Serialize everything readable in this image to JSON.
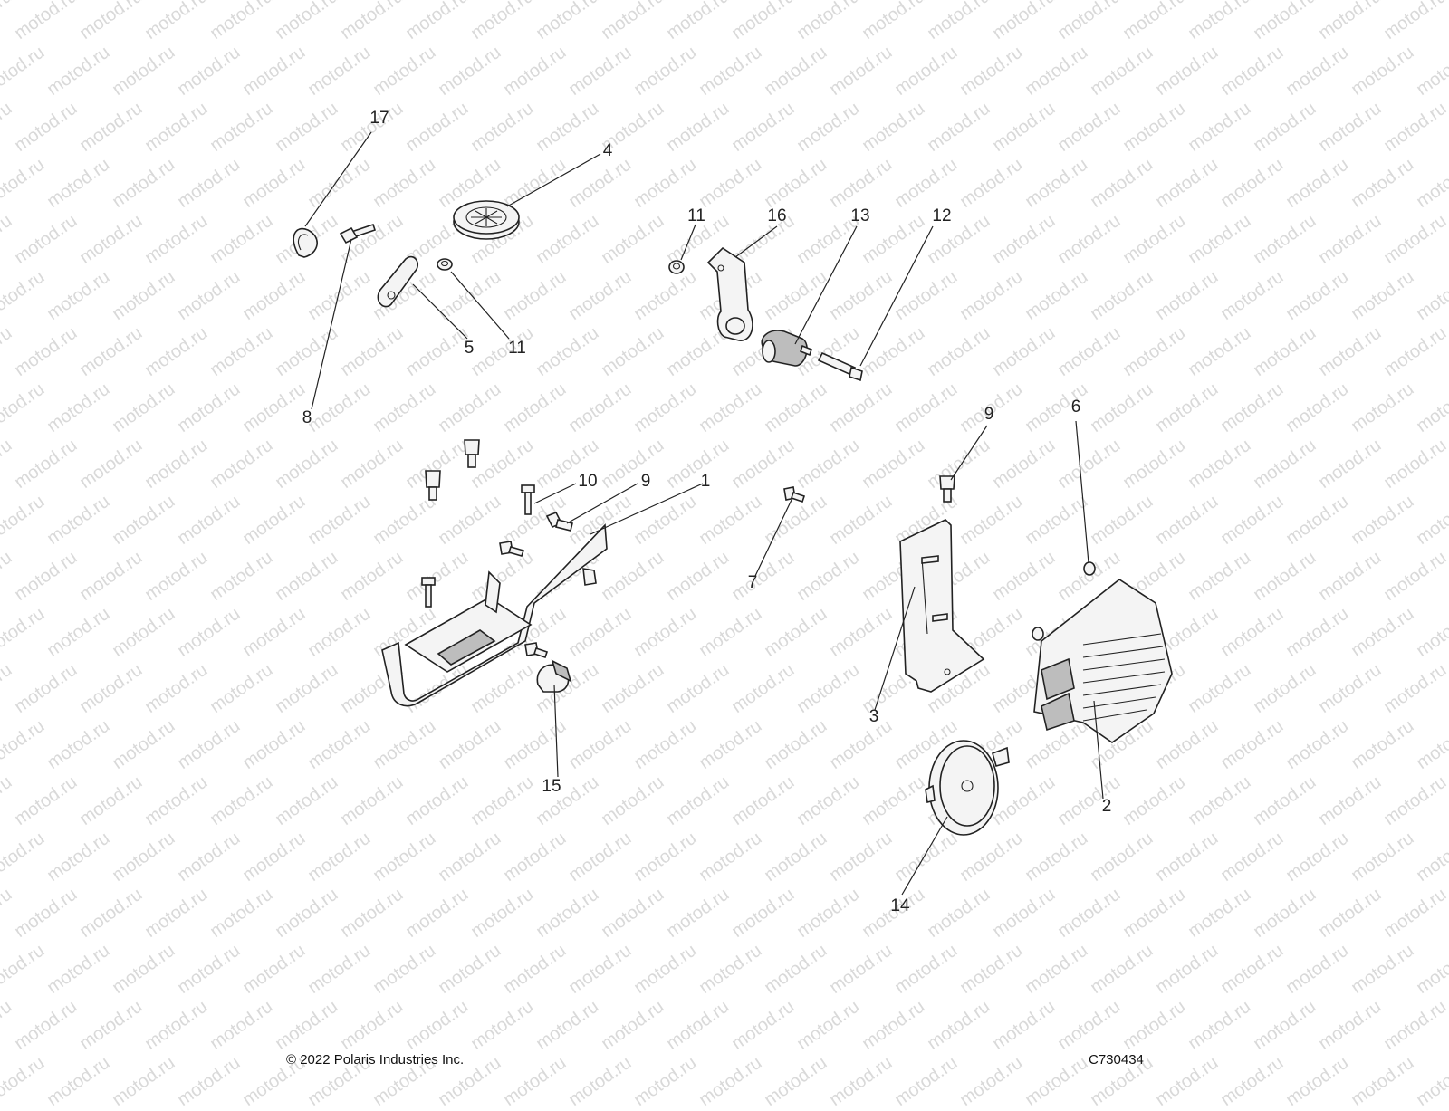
{
  "watermark": "motod.ru",
  "copyright": "© 2022 Polaris Industries Inc.",
  "figure_id": "C730434",
  "callouts": [
    {
      "id": "c17",
      "label": "17"
    },
    {
      "id": "c4",
      "label": "4"
    },
    {
      "id": "c11a",
      "label": "11"
    },
    {
      "id": "c16",
      "label": "16"
    },
    {
      "id": "c13",
      "label": "13"
    },
    {
      "id": "c12",
      "label": "12"
    },
    {
      "id": "c5",
      "label": "5"
    },
    {
      "id": "c11b",
      "label": "11"
    },
    {
      "id": "c8",
      "label": "8"
    },
    {
      "id": "c9a",
      "label": "9"
    },
    {
      "id": "c6",
      "label": "6"
    },
    {
      "id": "c10",
      "label": "10"
    },
    {
      "id": "c9b",
      "label": "9"
    },
    {
      "id": "c1",
      "label": "1"
    },
    {
      "id": "c7",
      "label": "7"
    },
    {
      "id": "c3",
      "label": "3"
    },
    {
      "id": "c15",
      "label": "15"
    },
    {
      "id": "c2",
      "label": "2"
    },
    {
      "id": "c14",
      "label": "14"
    }
  ]
}
